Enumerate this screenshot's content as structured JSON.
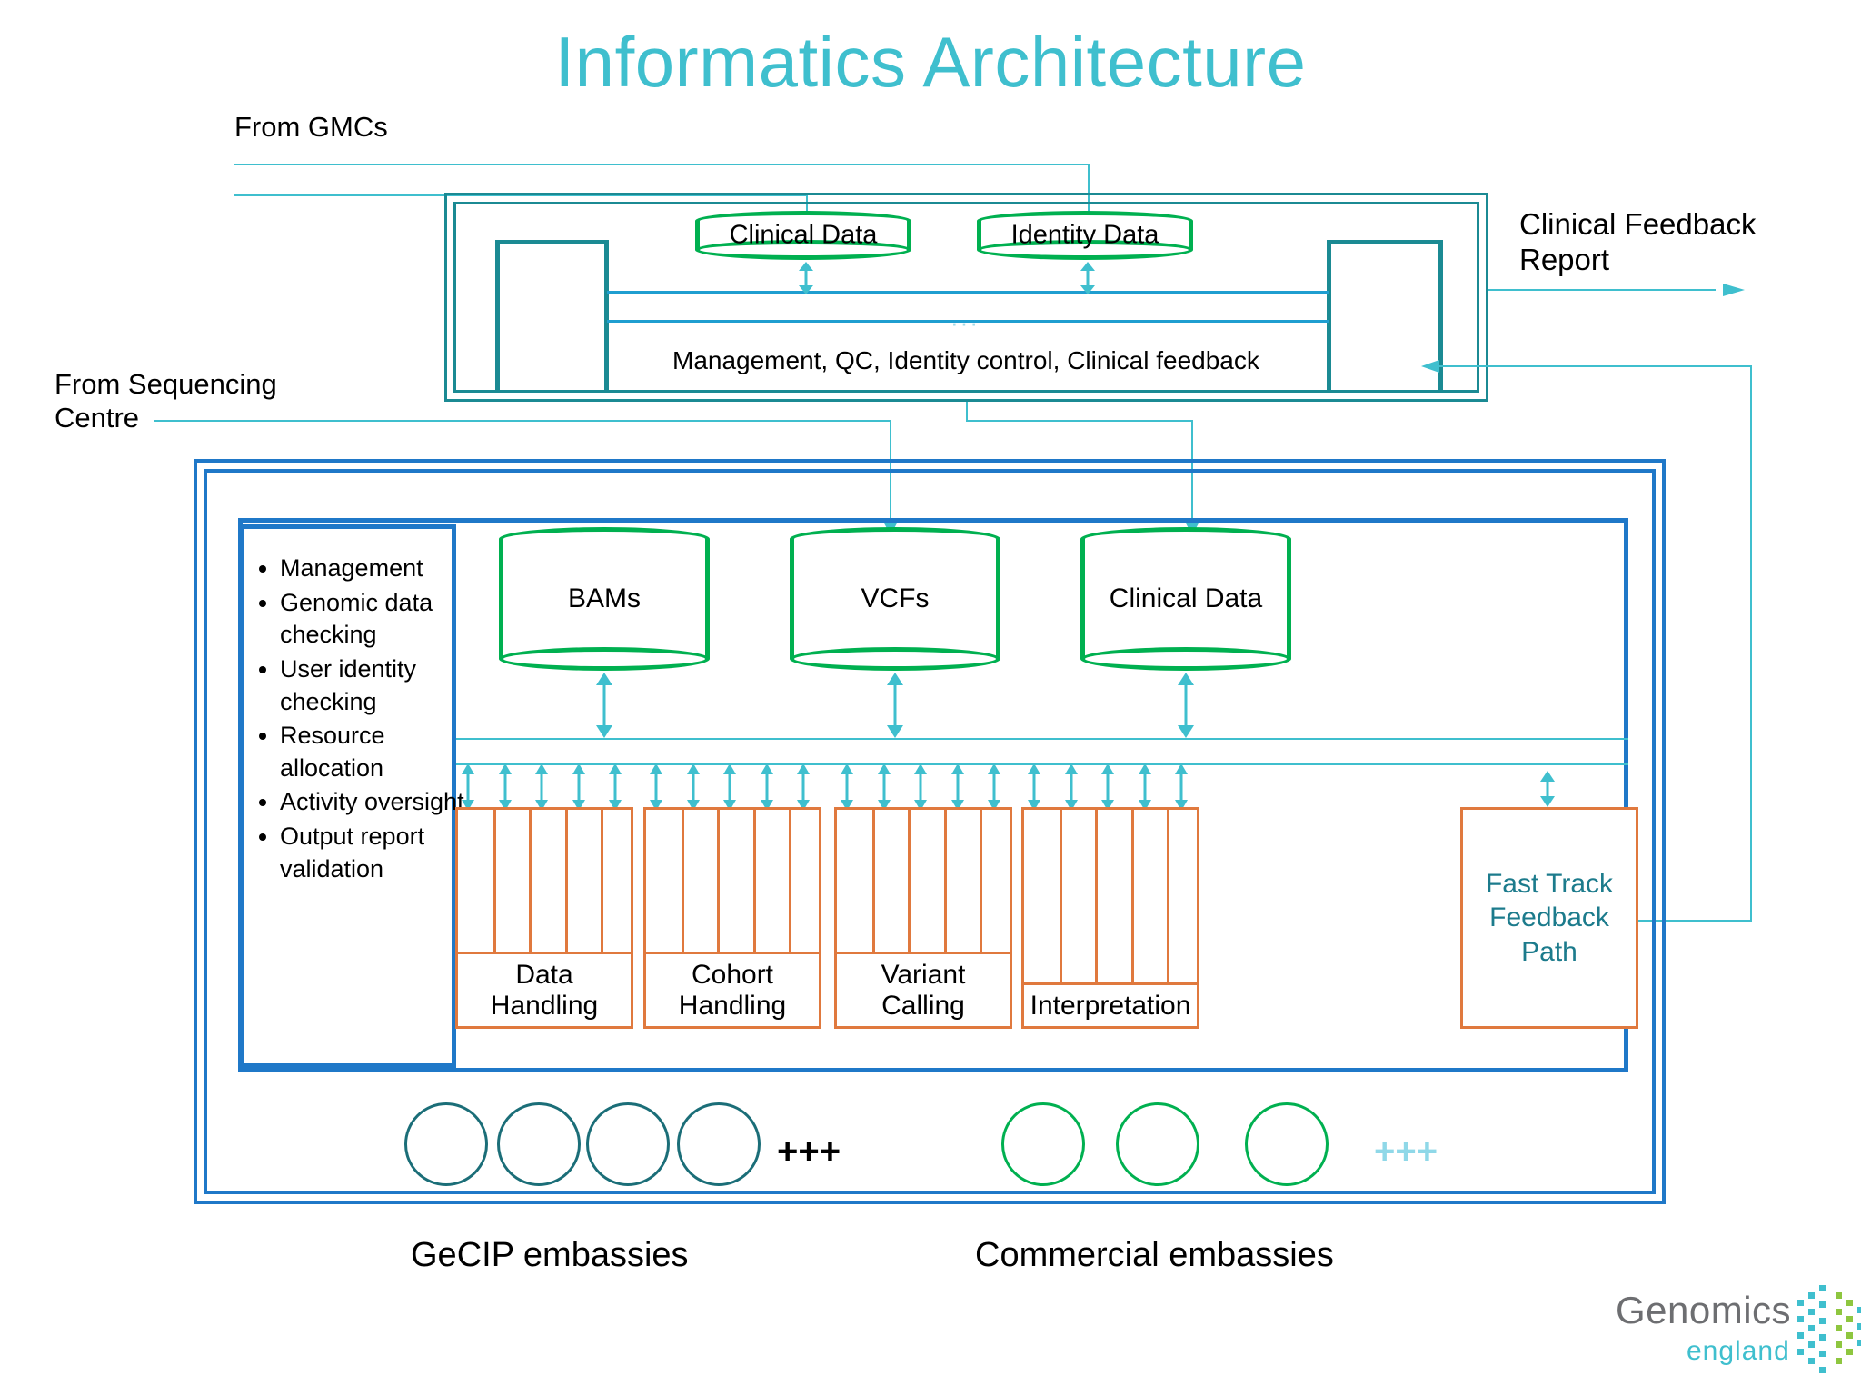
{
  "title": "Informatics Architecture",
  "labels": {
    "from_gmcs": "From GMCs",
    "from_sequencing_centre": "From Sequencing\nCentre",
    "clinical_feedback_report": "Clinical Feedback\nReport",
    "management_bus_caption": "Management, QC, Identity control, Clinical feedback",
    "gecip_embassies": "GeCIP embassies",
    "commercial_embassies": "Commercial embassies",
    "plus_gecip": "+++",
    "plus_commercial": "+++"
  },
  "top_stores": [
    {
      "name": "Clinical Data"
    },
    {
      "name": "Identity Data"
    }
  ],
  "data_stores": [
    {
      "name": "BAMs"
    },
    {
      "name": "VCFs"
    },
    {
      "name": "Clinical Data"
    }
  ],
  "governance_panel": {
    "bullets": [
      "Management",
      "Genomic data checking",
      "User identity checking",
      "Resource allocation",
      "Activity oversight",
      "Output report validation"
    ]
  },
  "process_groups": [
    {
      "label": "Data\nHandling",
      "lanes": 5
    },
    {
      "label": "Cohort\nHandling",
      "lanes": 5
    },
    {
      "label": "Variant\nCalling",
      "lanes": 5
    },
    {
      "label": "Interpretation",
      "lanes": 5
    }
  ],
  "fast_track": {
    "label": "Fast Track\nFeedback\nPath"
  },
  "logo": {
    "word1": "Genomics",
    "word2": "england"
  },
  "colors": {
    "title_teal": "#3fbfce",
    "box_teal": "#1b8a93",
    "box_blue": "#1f78c8",
    "cylinder_green": "#00b050",
    "process_orange": "#e0793e",
    "arrow_cyan": "#3fbfce",
    "fasttrack_text": "#1c7b8c",
    "logo_grey": "#6d6e71"
  }
}
